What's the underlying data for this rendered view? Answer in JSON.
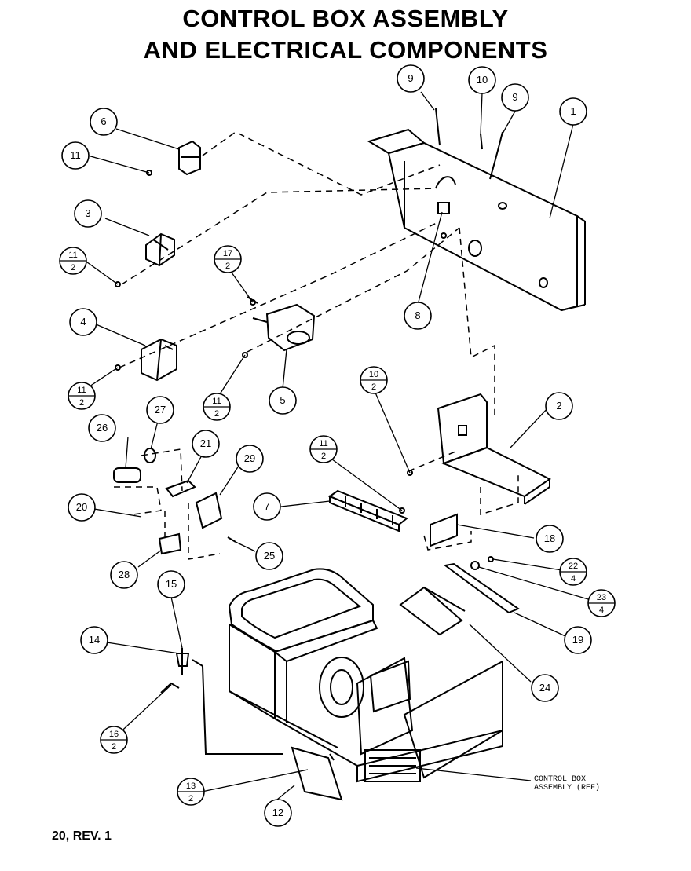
{
  "title": {
    "line1": "CONTROL BOX ASSEMBLY",
    "line2": "AND ELECTRICAL COMPONENTS"
  },
  "footer": "20, REV. 1",
  "callouts": [
    {
      "id": "c1",
      "num": "1"
    },
    {
      "id": "c2",
      "num": "2"
    },
    {
      "id": "c3",
      "num": "3"
    },
    {
      "id": "c4",
      "num": "4"
    },
    {
      "id": "c5",
      "num": "5"
    },
    {
      "id": "c6",
      "num": "6"
    },
    {
      "id": "c7",
      "num": "7"
    },
    {
      "id": "c8",
      "num": "8"
    },
    {
      "id": "c9a",
      "num": "9"
    },
    {
      "id": "c9b",
      "num": "9"
    },
    {
      "id": "c10",
      "num": "10"
    },
    {
      "id": "c11",
      "num": "11"
    },
    {
      "id": "c12",
      "num": "12"
    },
    {
      "id": "c14",
      "num": "14"
    },
    {
      "id": "c15",
      "num": "15"
    },
    {
      "id": "c18",
      "num": "18"
    },
    {
      "id": "c19",
      "num": "19"
    },
    {
      "id": "c20",
      "num": "20"
    },
    {
      "id": "c21",
      "num": "21"
    },
    {
      "id": "c24",
      "num": "24"
    },
    {
      "id": "c25",
      "num": "25"
    },
    {
      "id": "c26",
      "num": "26"
    },
    {
      "id": "c27",
      "num": "27"
    },
    {
      "id": "c28",
      "num": "28"
    },
    {
      "id": "c29",
      "num": "29"
    }
  ],
  "split_callouts": [
    {
      "id": "s11a",
      "top": "11",
      "bottom": "2"
    },
    {
      "id": "s11b",
      "top": "11",
      "bottom": "2"
    },
    {
      "id": "s11c",
      "top": "11",
      "bottom": "2"
    },
    {
      "id": "s11d",
      "top": "11",
      "bottom": "2"
    },
    {
      "id": "s17",
      "top": "17",
      "bottom": "2"
    },
    {
      "id": "s10",
      "top": "10",
      "bottom": "2"
    },
    {
      "id": "s22",
      "top": "22",
      "bottom": "4"
    },
    {
      "id": "s23",
      "top": "23",
      "bottom": "4"
    },
    {
      "id": "s16",
      "top": "16",
      "bottom": "2"
    },
    {
      "id": "s13",
      "top": "13",
      "bottom": "2"
    }
  ],
  "reference_label": {
    "line1": "CONTROL BOX",
    "line2": "ASSEMBLY (REF)"
  }
}
